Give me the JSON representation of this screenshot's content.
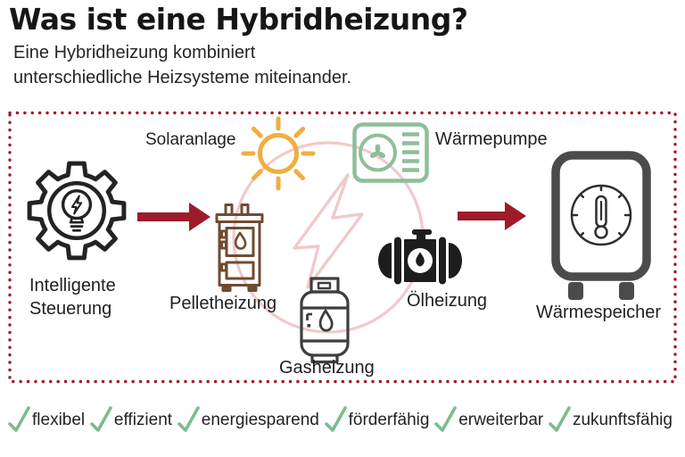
{
  "header": {
    "title": "Was ist eine Hybridheizung?",
    "subtitle": "Eine Hybridheizung kombiniert\nunterschiedliche Heizsysteme miteinander."
  },
  "diagram": {
    "nodes": {
      "steuerung": {
        "label": "Intelligente\nSteuerung",
        "icon": "gear-lightbulb-icon"
      },
      "solar": {
        "label": "Solaranlage",
        "icon": "sun-icon"
      },
      "pellet": {
        "label": "Pelletheizung",
        "icon": "pellet-boiler-icon"
      },
      "waermepumpe": {
        "label": "Wärmepumpe",
        "icon": "heat-pump-icon"
      },
      "oel": {
        "label": "Ölheizung",
        "icon": "oil-tank-icon"
      },
      "gas": {
        "label": "Gasheizung",
        "icon": "gas-bottle-icon"
      },
      "speicher": {
        "label": "Wärmespeicher",
        "icon": "heat-storage-icon"
      }
    },
    "connector": {
      "shape": "circle",
      "symbol": "lightning-icon"
    },
    "arrows": [
      "flow-arrow-left",
      "flow-arrow-right"
    ]
  },
  "benefits": [
    {
      "label": "flexibel",
      "icon": "check-icon"
    },
    {
      "label": "effizient",
      "icon": "check-icon"
    },
    {
      "label": "energiesparend",
      "icon": "check-icon"
    },
    {
      "label": "förderfähig",
      "icon": "check-icon"
    },
    {
      "label": "erweiterbar",
      "icon": "check-icon"
    },
    {
      "label": "zukunftsfähig",
      "icon": "check-icon"
    }
  ],
  "colors": {
    "accent_red": "#9E1B2B",
    "pink": "#F1C9CB",
    "sun_yellow": "#F0AE3F",
    "green": "#8FBE9B",
    "check_green": "#7CBB91",
    "brown": "#6F4B33",
    "icon_black": "#1D1D1D",
    "gas_gray": "#3E3E3E",
    "storage_gray": "#4B4B4B",
    "text": "#1E1E1E"
  }
}
